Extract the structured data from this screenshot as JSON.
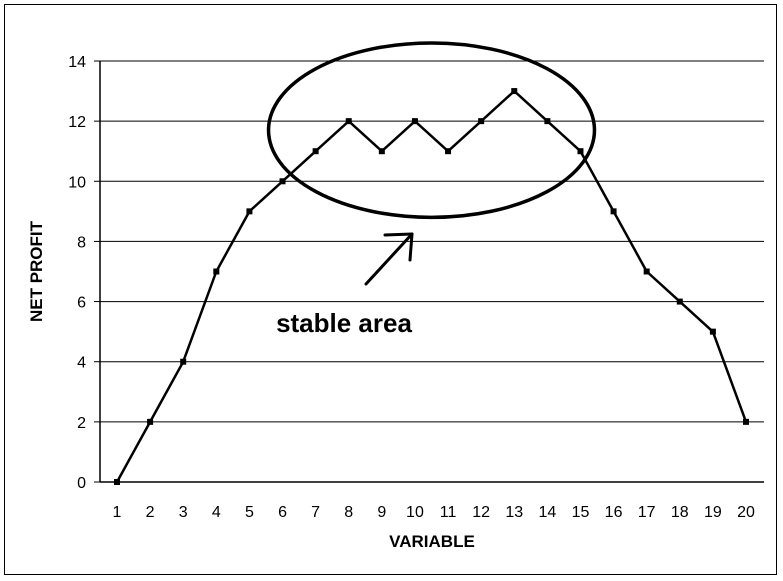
{
  "chart_data": {
    "type": "line",
    "title": "",
    "xlabel": "VARIABLE",
    "ylabel": "NET PROFIT",
    "x": [
      1,
      2,
      3,
      4,
      5,
      6,
      7,
      8,
      9,
      10,
      11,
      12,
      13,
      14,
      15,
      16,
      17,
      18,
      19,
      20
    ],
    "series": [
      {
        "values": [
          0,
          2,
          4,
          7,
          9,
          10,
          11,
          12,
          11,
          12,
          11,
          12,
          13,
          12,
          11,
          9,
          7,
          6,
          5,
          2
        ]
      }
    ],
    "ylim": [
      0,
      14
    ],
    "yticks": [
      0,
      2,
      4,
      6,
      8,
      10,
      12,
      14
    ],
    "grid": "horizontal",
    "legend": "none",
    "annotation": {
      "text": "stable area",
      "shape": "ellipse",
      "x_range": [
        6,
        15
      ],
      "y_range": [
        8.8,
        14.6
      ]
    },
    "colors": {
      "line": "#000000",
      "grid": "#000000",
      "background": "#ffffff"
    }
  }
}
